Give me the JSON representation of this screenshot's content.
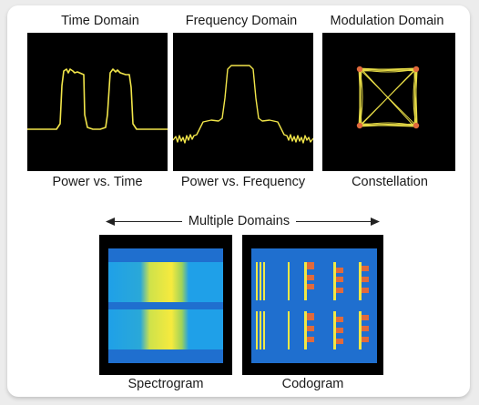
{
  "top_panels": [
    {
      "title": "Time Domain",
      "caption": "Power vs. Time"
    },
    {
      "title": "Frequency Domain",
      "caption": "Power vs. Frequency"
    },
    {
      "title": "Modulation Domain",
      "caption": "Constellation"
    }
  ],
  "multiple_domains_label": "Multiple Domains",
  "bottom_panels": [
    {
      "caption": "Spectrogram"
    },
    {
      "caption": "Codogram"
    }
  ],
  "colors": {
    "trace": "#f2e64a",
    "panel_bg": "#000000",
    "plot_blue": "#1f6fcf",
    "light_blue": "#1fa0e8",
    "yellow": "#f0e845",
    "orange": "#e06a3c"
  }
}
